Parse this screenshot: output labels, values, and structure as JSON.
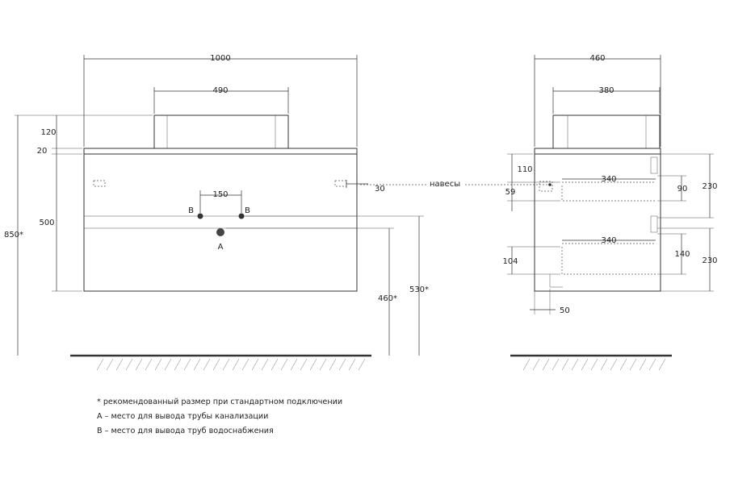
{
  "front_view": {
    "dims": {
      "total_width": "1000",
      "basin_width": "490",
      "basin_height": "120",
      "top_thickness": "20",
      "cabinet_height": "500",
      "total_height": "850*",
      "tap_spacing": "150",
      "hinge_offset": "30",
      "drain_height": "460*",
      "supply_height": "530*"
    },
    "labels": {
      "supply": "B",
      "drain": "A"
    }
  },
  "side_view": {
    "dims": {
      "total_depth": "460",
      "basin_depth": "380",
      "top_gap": "110",
      "hinge_level": "59",
      "drawer1_depth": "340",
      "drawer1_inner": "90",
      "drawer1_height": "230",
      "drawer2_depth": "340",
      "drawer2_inner": "140",
      "drawer2_height": "230",
      "bottom_level": "104",
      "back_offset": "50"
    },
    "hinges_label": "навесы"
  },
  "notes": [
    "* рекомендованный размер при стандартном подключении",
    "A – место для вывода трубы канализации",
    "B – место для вывода труб водоснабжения"
  ]
}
